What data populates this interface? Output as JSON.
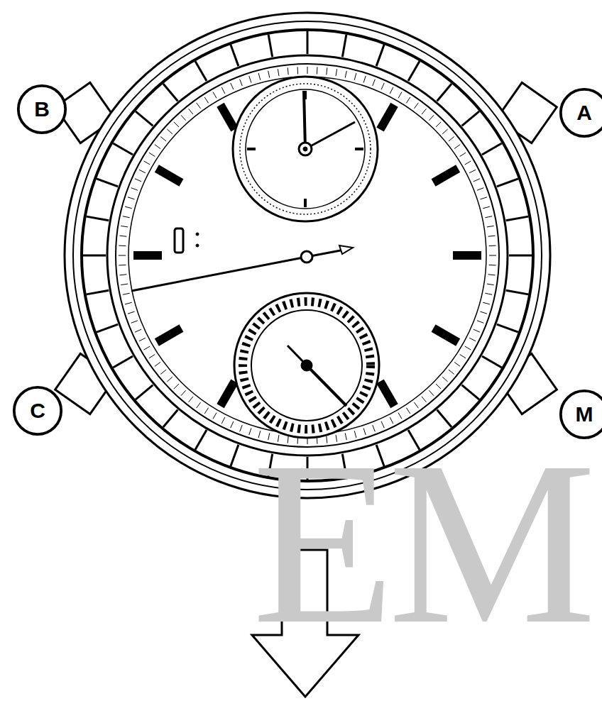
{
  "diagram": {
    "nodes": [
      {
        "text": [
          "B"
        ]
      },
      {
        "text": [
          "A"
        ]
      },
      {
        "text": [
          "C"
        ]
      },
      {
        "text": [
          "M"
        ]
      }
    ],
    "labels": [
      "EM"
    ]
  }
}
